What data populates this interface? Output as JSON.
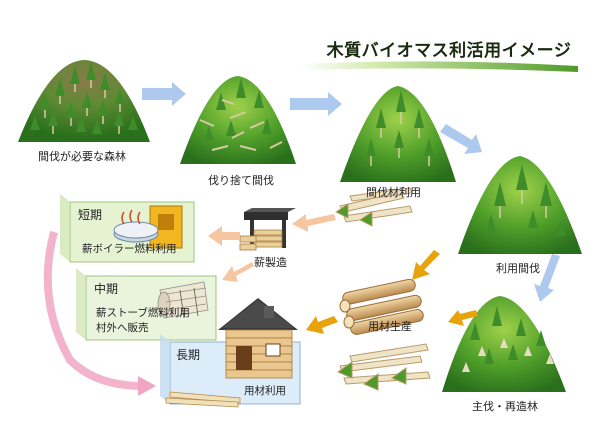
{
  "title": "木質バイオマス利活用イメージ",
  "stages": {
    "thinning_needed": "間伐が必要な森林",
    "cut_and_leave": "伐り捨て間伐",
    "thinned_wood_use": "間伐材利用",
    "use_thinning": "利用間伐",
    "final_harvest": "主伐・再造林",
    "lumber_production": "用材生産",
    "firewood_production": "薪製造"
  },
  "boxes": {
    "short_term": {
      "period": "短期",
      "text": "薪ボイラー燃料利用"
    },
    "mid_term": {
      "period": "中期",
      "lines": [
        "薪ストーブ燃料利用",
        "村外へ販売"
      ]
    },
    "long_term": {
      "period": "長期",
      "text": "用材利用"
    }
  },
  "colors": {
    "forest_dark": "#2f7a1e",
    "forest_light": "#8fc63a",
    "arrow_blue": "#a9c6ec",
    "arrow_orange": "#e8a20c",
    "arrow_pink": "#f0a6c2",
    "box_green": "#e6f3d2",
    "box_blue": "#dcecf8"
  }
}
